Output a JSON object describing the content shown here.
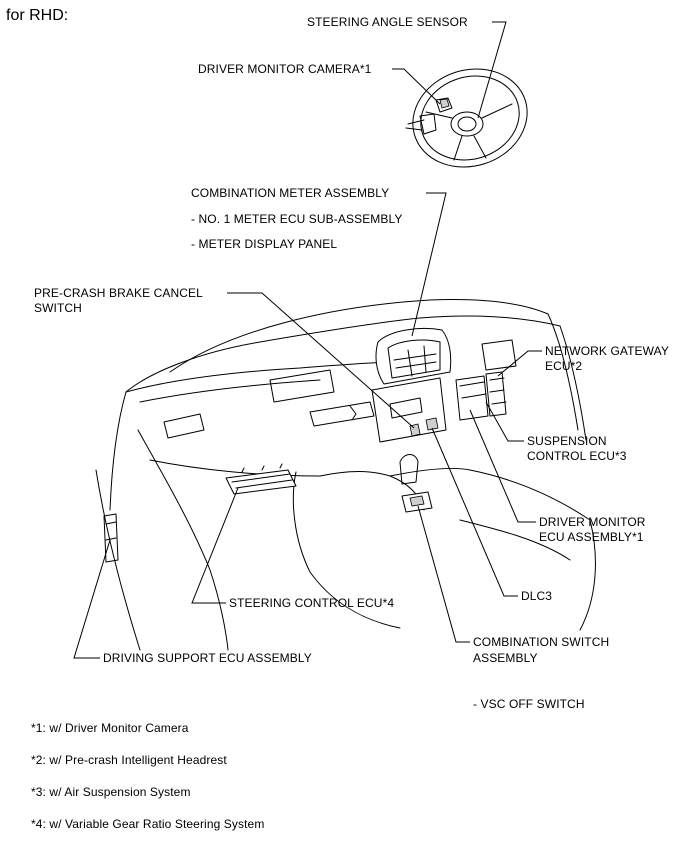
{
  "heading": "for RHD:",
  "labels": {
    "steering_angle_sensor": "STEERING ANGLE SENSOR",
    "driver_monitor_camera": "DRIVER MONITOR CAMERA*1",
    "combination_meter_assembly": "COMBINATION METER ASSEMBLY",
    "meter_ecu_sub": "- NO. 1 METER ECU SUB-ASSEMBLY",
    "meter_display_panel": "- METER DISPLAY PANEL",
    "pre_crash_brake_cancel_switch_line1": "PRE-CRASH BRAKE CANCEL",
    "pre_crash_brake_cancel_switch_line2": "SWITCH",
    "network_gateway_ecu_line1": "NETWORK GATEWAY",
    "network_gateway_ecu_line2": "ECU*2",
    "suspension_control_ecu_line1": "SUSPENSION",
    "suspension_control_ecu_line2": "CONTROL ECU*3",
    "driver_monitor_ecu_line1": "DRIVER MONITOR",
    "driver_monitor_ecu_line2": "ECU ASSEMBLY*1",
    "dlc3": "DLC3",
    "steering_control_ecu": "STEERING CONTROL ECU*4",
    "combination_switch_line1": "COMBINATION SWITCH",
    "combination_switch_line2": "ASSEMBLY",
    "driving_support_ecu": "DRIVING SUPPORT ECU ASSEMBLY",
    "vsc_off_switch": "- VSC OFF SWITCH"
  },
  "footnotes": [
    "*1: w/ Driver Monitor Camera",
    "*2: w/ Pre-crash Intelligent Headrest",
    "*3: w/ Air Suspension System",
    "*4: w/ Variable Gear Ratio Steering System"
  ]
}
